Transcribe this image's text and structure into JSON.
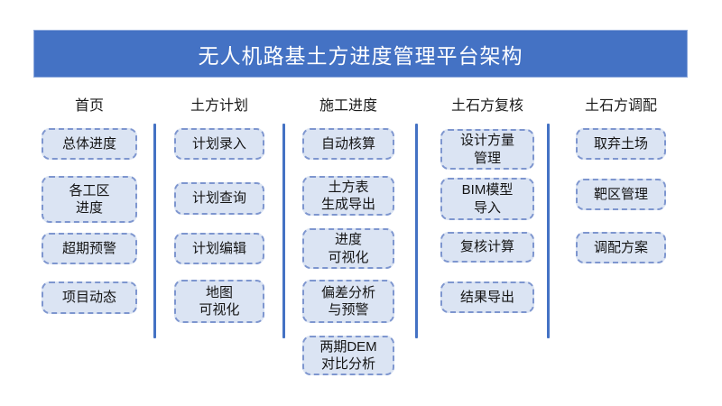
{
  "title": "无人机路基土方进度管理平台架构",
  "colors": {
    "banner_fill": "#4472C4",
    "banner_border": "#8FAADC",
    "banner_text": "#FFFFFF",
    "box_fill": "#DBE4F3",
    "box_border": "#7E96CF",
    "divider": "#4472C4",
    "text": "#1A1A1A"
  },
  "columns": [
    {
      "header": "首页",
      "items": [
        "总体进度",
        "各工区\n进度",
        "超期预警",
        "项目动态"
      ]
    },
    {
      "header": "土方计划",
      "items": [
        "计划录入",
        "计划查询",
        "计划编辑",
        "地图\n可视化"
      ]
    },
    {
      "header": "施工进度",
      "items": [
        "自动核算",
        "土方表\n生成导出",
        "进度\n可视化",
        "偏差分析\n与预警",
        "两期DEM\n对比分析"
      ]
    },
    {
      "header": "土石方复核",
      "items": [
        "设计方量\n管理",
        "BIM模型\n导入",
        "复核计算",
        "结果导出"
      ]
    },
    {
      "header": "土石方调配",
      "items": [
        "取弃土场",
        "靶区管理",
        "调配方案"
      ]
    }
  ]
}
